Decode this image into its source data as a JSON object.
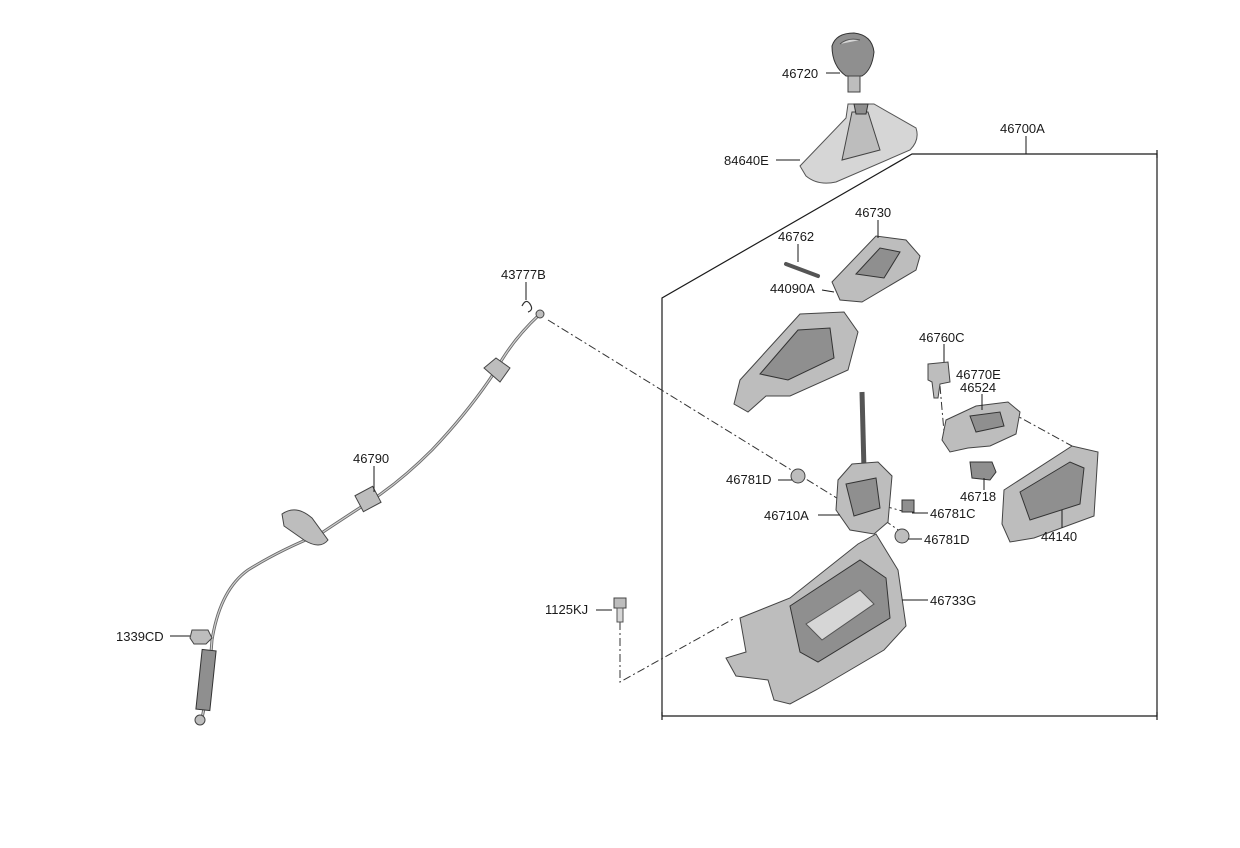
{
  "labels": {
    "p46720": "46720",
    "p84640E": "84640E",
    "p46700A": "46700A",
    "p46730": "46730",
    "p46762": "46762",
    "p44090A": "44090A",
    "p43777B": "43777B",
    "p46760C": "46760C",
    "p46770E": "46770E",
    "p46524": "46524",
    "p46790": "46790",
    "p46781D_a": "46781D",
    "p46710A": "46710A",
    "p46781C": "46781C",
    "p46781D_b": "46781D",
    "p46718": "46718",
    "p44140": "44140",
    "p1125KJ": "1125KJ",
    "p46733G": "46733G",
    "p1339CD": "1339CD"
  }
}
